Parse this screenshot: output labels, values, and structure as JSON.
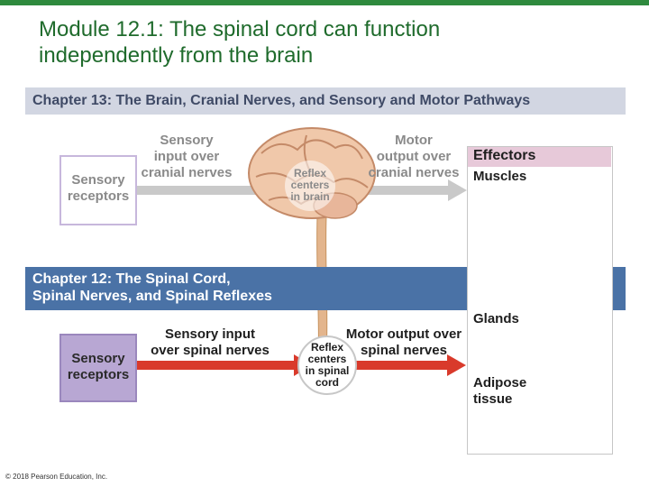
{
  "title": {
    "line1": "Module 12.1: The spinal cord can function",
    "line2": "independently from the brain"
  },
  "chapter13": {
    "label": "Chapter 13: The Brain, Cranial Nerves, and Sensory and Motor Pathways"
  },
  "chapter12": {
    "line1": "Chapter 12: The Spinal Cord,",
    "line2": "Spinal Nerves, and Spinal Reflexes"
  },
  "brain_path": {
    "receptors_line1": "Sensory",
    "receptors_line2": "receptors",
    "sensory_line1": "Sensory",
    "sensory_line2": "input over",
    "sensory_line3": "cranial nerves",
    "reflex_line1": "Reflex",
    "reflex_line2": "centers",
    "reflex_line3": "in brain",
    "motor_line1": "Motor",
    "motor_line2": "output over",
    "motor_line3": "cranial nerves"
  },
  "spinal_path": {
    "receptors_line1": "Sensory",
    "receptors_line2": "receptors",
    "sensory_line1": "Sensory input",
    "sensory_line2": "over spinal nerves",
    "reflex_line1": "Reflex",
    "reflex_line2": "centers",
    "reflex_line3": "in spinal",
    "reflex_line4": "cord",
    "motor_line1": "Motor output over",
    "motor_line2": "spinal nerves"
  },
  "effectors": {
    "heading": "Effectors",
    "muscles": "Muscles",
    "glands": "Glands",
    "adipose_line1": "Adipose",
    "adipose_line2": "tissue"
  },
  "copyright": "© 2018 Pearson Education, Inc.",
  "colors": {
    "title_green": "#1f6b2c",
    "band_blue": "#4a72a6",
    "arrow_red": "#d93a2b",
    "arrow_gray": "#bdbdbd",
    "receptor_purple": "#b8a7d3"
  }
}
